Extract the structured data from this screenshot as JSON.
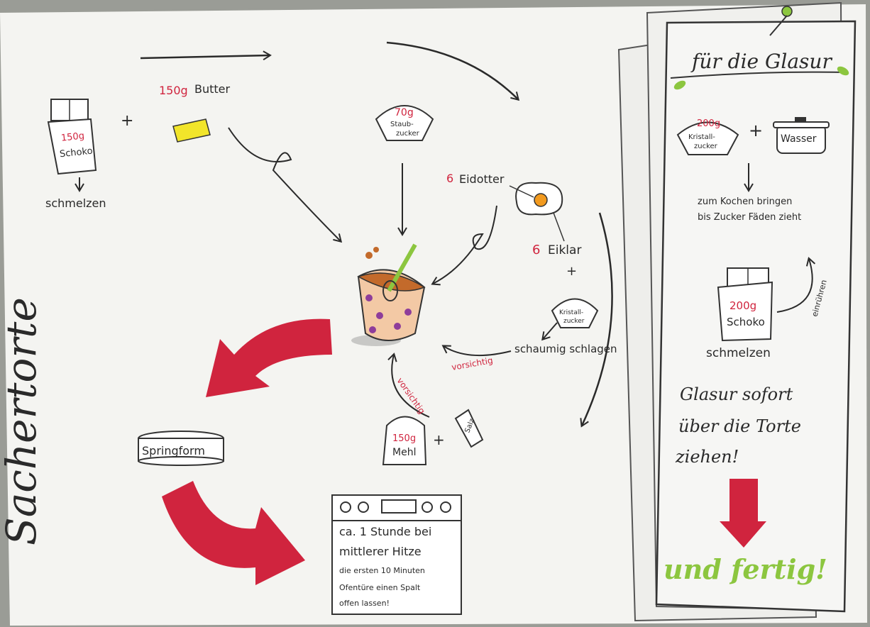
{
  "title": "Sachertorte",
  "ingredients": {
    "schoko": {
      "amount": "150g",
      "name": "Schoko"
    },
    "schmelzen": "schmelzen",
    "plus_1": "+",
    "butter": {
      "amount": "150g",
      "name": "Butter"
    },
    "staubzucker": {
      "amount": "70g",
      "line1": "Staub-",
      "line2": "zucker"
    },
    "eidotter": {
      "amount": "6",
      "name": "Eidotter"
    },
    "eiklar": {
      "amount": "6",
      "name": "Eiklar"
    },
    "plus_2": "+",
    "kristallzucker": {
      "line1": "Kristall-",
      "line2": "zucker"
    },
    "schaumig": "schaumig schlagen",
    "vorsichtig_1": "vorsichtig",
    "vorsichtig_2": "vorsichtig",
    "mehl": {
      "amount": "150g",
      "name": "Mehl"
    },
    "plus_3": "+",
    "salz": "Salz"
  },
  "baking": {
    "springform": "Springform",
    "lines": [
      "ca. 1 Stunde bei",
      "mittlerer Hitze",
      "die ersten 10 Minuten",
      "Ofentüre einen Spalt",
      "offen lassen!"
    ]
  },
  "glaze": {
    "header": "für die Glasur",
    "kristallzucker": {
      "amount": "200g",
      "line1": "Kristall-",
      "line2": "zucker"
    },
    "plus": "+",
    "wasser": "Wasser",
    "step1_line1": "zum Kochen bringen",
    "step1_line2": "bis Zucker Fäden zieht",
    "schoko": {
      "amount": "200g",
      "name": "Schoko"
    },
    "einruehren": "einrühren",
    "schmelzen": "schmelzen",
    "instruction": [
      "Glasur sofort",
      "über die Torte",
      "ziehen!"
    ],
    "finish": "und fertig!"
  },
  "colors": {
    "accent_red": "#d0243e",
    "green": "#8cc63f",
    "butter_yellow": "#f2e52a",
    "paper": "#f4f4f1"
  }
}
